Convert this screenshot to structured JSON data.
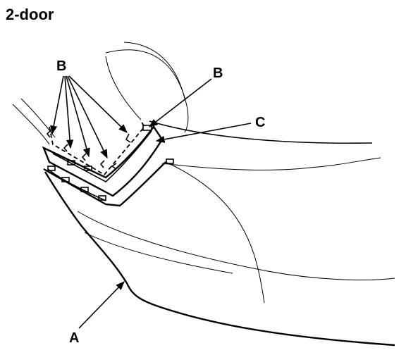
{
  "title": "2-door",
  "callouts": {
    "a": "A",
    "b_left": "B",
    "b_right": "B",
    "c": "C"
  },
  "colors": {
    "ink": "#000000",
    "background": "#ffffff"
  }
}
